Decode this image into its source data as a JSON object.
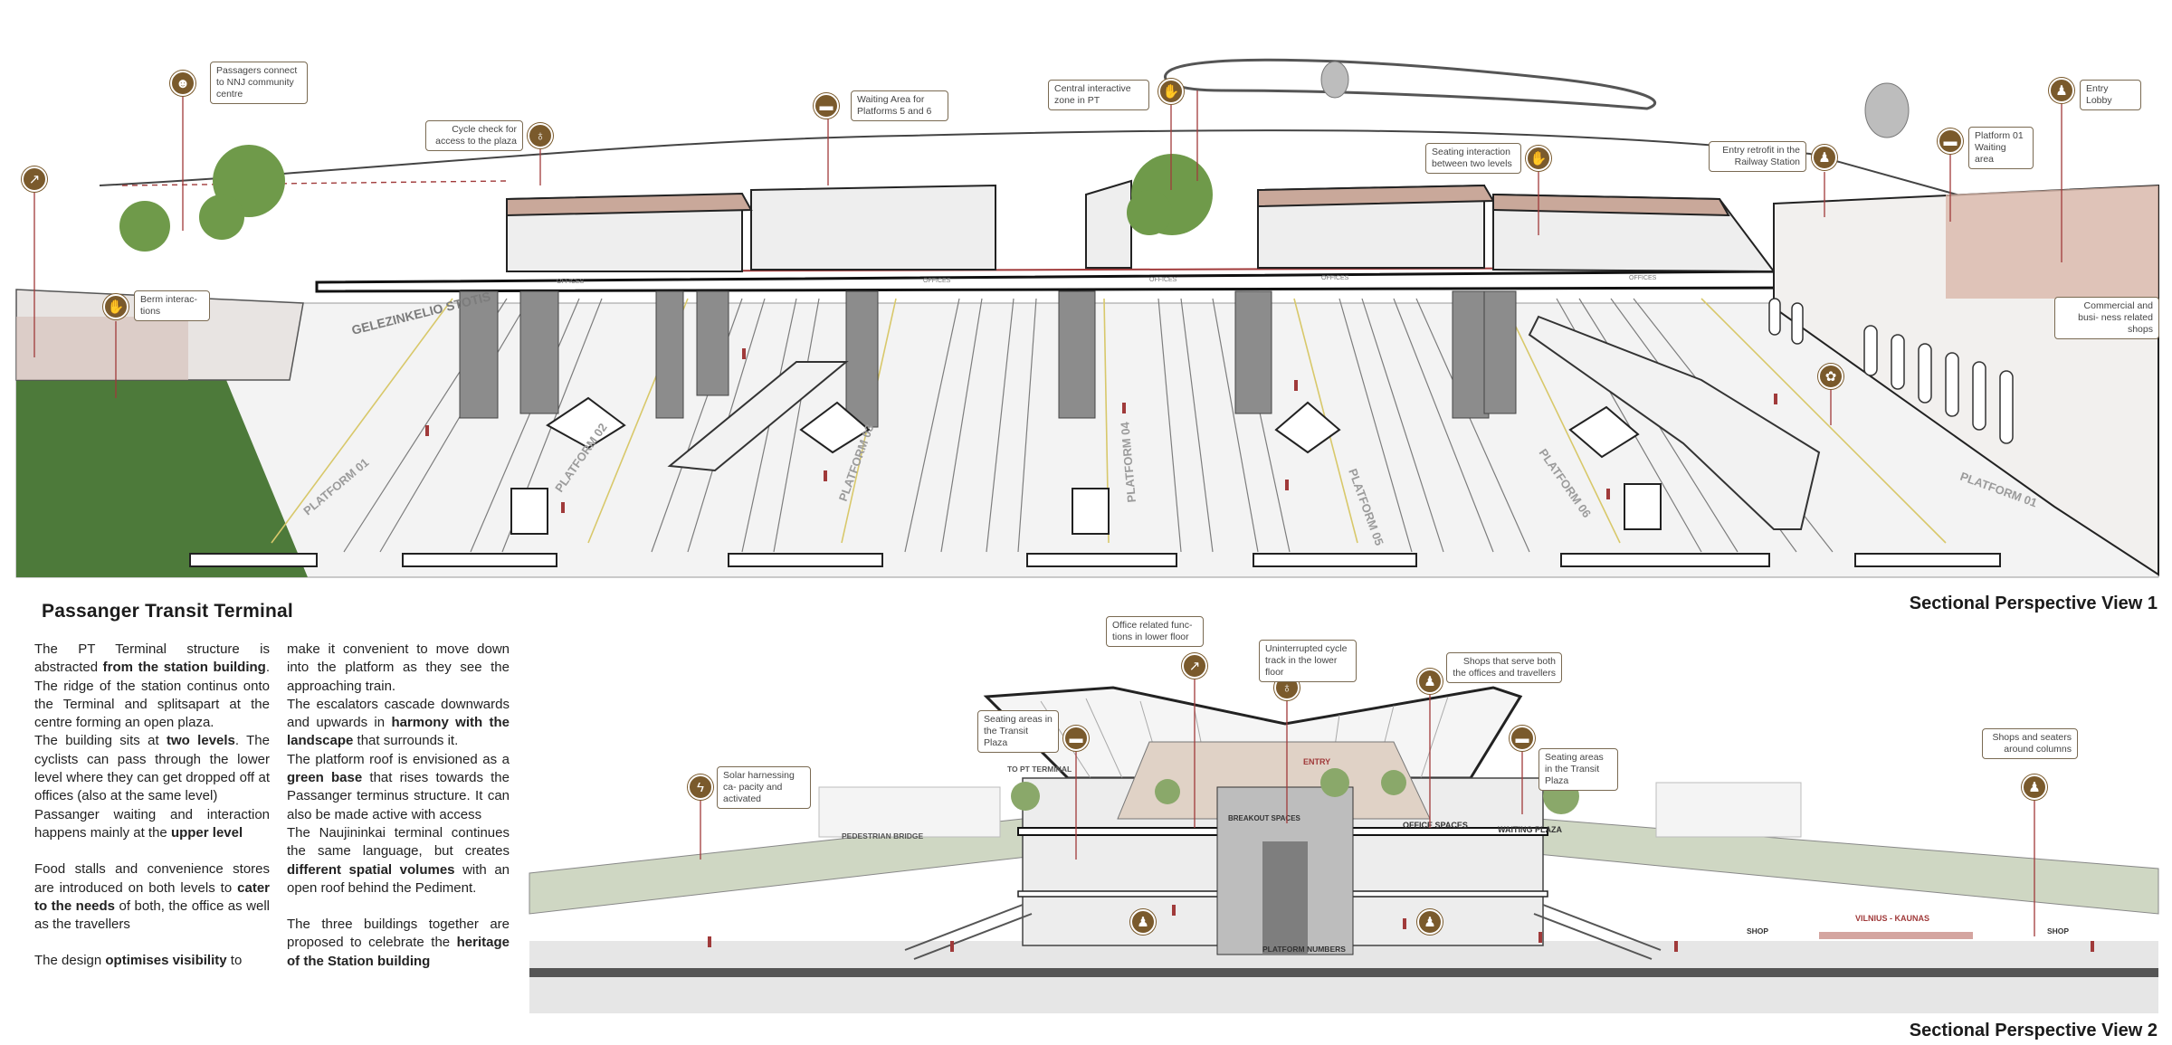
{
  "section_title": "Passanger Transit Terminal",
  "view_titles": {
    "view1": "Sectional Perspective View 1",
    "view2": "Sectional Perspective View 2"
  },
  "description": {
    "col1": [
      [
        "The PT Terminal structure is abstracted ",
        "from the station building",
        ". The ridge of the station continus onto the Terminal and splitsapart at the centre forming an open plaza."
      ],
      [
        "The building sits at ",
        "two levels",
        ". The cyclists can pass through the lower level where they can  get dropped off at offices (also at the same level)"
      ],
      [
        "Passanger waiting and interaction happens mainly at the ",
        "upper level",
        ""
      ],
      [
        "Food stalls and convenience stores are introduced on both levels to ",
        "cater to the needs",
        " of both, the office as well as the travellers"
      ],
      [
        "The design ",
        "optimises visibility",
        " to"
      ]
    ],
    "col2": [
      [
        "make it convenient to move down into the platform as they see the approaching train.",
        "",
        ""
      ],
      [
        "The escalators cascade downwards and upwards in ",
        "harmony with the landscape",
        " that surrounds it."
      ],
      [
        "The platform roof is envisioned as a ",
        "green base",
        " that rises towards the Passanger terminus structure. It can also be made active with access"
      ],
      [
        "The Naujininkai terminal continues the same language, but creates ",
        "different spatial volumes",
        " with an open roof behind the Pediment."
      ],
      [
        "The three buildings together are proposed to celebrate the ",
        "heritage of the Station building",
        ""
      ]
    ]
  },
  "view1_callouts": [
    {
      "text": "Passagers connect to NNJ community centre",
      "icon": "people-icon",
      "glyph": "☻"
    },
    {
      "text": "Cycle check for access to the plaza",
      "icon": "bicycle-icon",
      "glyph": "♁"
    },
    {
      "text": "Waiting Area for Platforms 5 and 6",
      "icon": "bench-icon",
      "glyph": "▬"
    },
    {
      "text": "Central interactive zone in PT",
      "icon": "handshake-icon",
      "glyph": "✋"
    },
    {
      "text": "Seating interaction between two levels",
      "icon": "handshake-icon",
      "glyph": "✋"
    },
    {
      "text": "Entry retrofit in the Railway Station",
      "icon": "walking-people-icon",
      "glyph": "♟"
    },
    {
      "text": "Platform 01 Waiting area",
      "icon": "bench-icon",
      "glyph": "▬"
    },
    {
      "text": "Entry Lobby",
      "icon": "walking-people-icon",
      "glyph": "♟"
    },
    {
      "text": "Berm interac- tions",
      "icon": "handshake-icon",
      "glyph": "✋"
    },
    {
      "text": "Commercial and busi- ness related shops",
      "icon": "shop-icon",
      "glyph": "✿"
    },
    {
      "text": "",
      "icon": "chart-icon",
      "glyph": "↗"
    }
  ],
  "view2_callouts": [
    {
      "text": "Office related func- tions in  lower floor",
      "icon": "chart-icon",
      "glyph": "↗"
    },
    {
      "text": "Uninterrupted cycle track in the lower floor",
      "icon": "bicycle-icon",
      "glyph": "♁"
    },
    {
      "text": "Shops that serve both the offices and travellers",
      "icon": "shopping-icon",
      "glyph": "♟"
    },
    {
      "text": "Seating areas in the Transit Plaza",
      "icon": "bench-icon",
      "glyph": "▬"
    },
    {
      "text": "Seating areas in the Transit Plaza",
      "icon": "bench-icon",
      "glyph": "▬"
    },
    {
      "text": "Solar harnessing ca- pacity and activated",
      "icon": "lightning-icon",
      "glyph": "ϟ"
    },
    {
      "text": "Shops and seaters around columns",
      "icon": "shopping-icon",
      "glyph": "♟"
    },
    {
      "text": "",
      "icon": "walking-people-icon",
      "glyph": "♟"
    },
    {
      "text": "",
      "icon": "walking-people-icon",
      "glyph": "♟"
    }
  ],
  "view1_labels": {
    "station_sign": "GELEZINKELIO STOTIS",
    "platforms": [
      "PLATFORM 01",
      "PLATFORM 02",
      "PLATFORM 03",
      "PLATFORM 04",
      "PLATFORM 05",
      "PLATFORM 06",
      "PLATFORM 01"
    ],
    "offices": "OFFICES"
  },
  "view2_labels": {
    "to_pt_terminal": "TO PT TERMINAL",
    "entry": "ENTRY",
    "breakout_spaces": "BREAKOUT SPACES",
    "office_spaces": "OFFICE SPACES",
    "waiting_plaza": "WAITING PLAZA",
    "pedestrian_bridge": "PEDESTRIAN BRIDGE",
    "platform_numbers": "PLATFORM NUMBERS",
    "vilnius_kaunas": "VILNIUS - KAUNAS",
    "shop1": "SHOP",
    "shop2": "SHOP"
  },
  "colors": {
    "accent_brown": "#7a5a2c",
    "accent_red": "#a03a3a",
    "grass": "#4d7a3a",
    "line": "#2b2b2b"
  }
}
